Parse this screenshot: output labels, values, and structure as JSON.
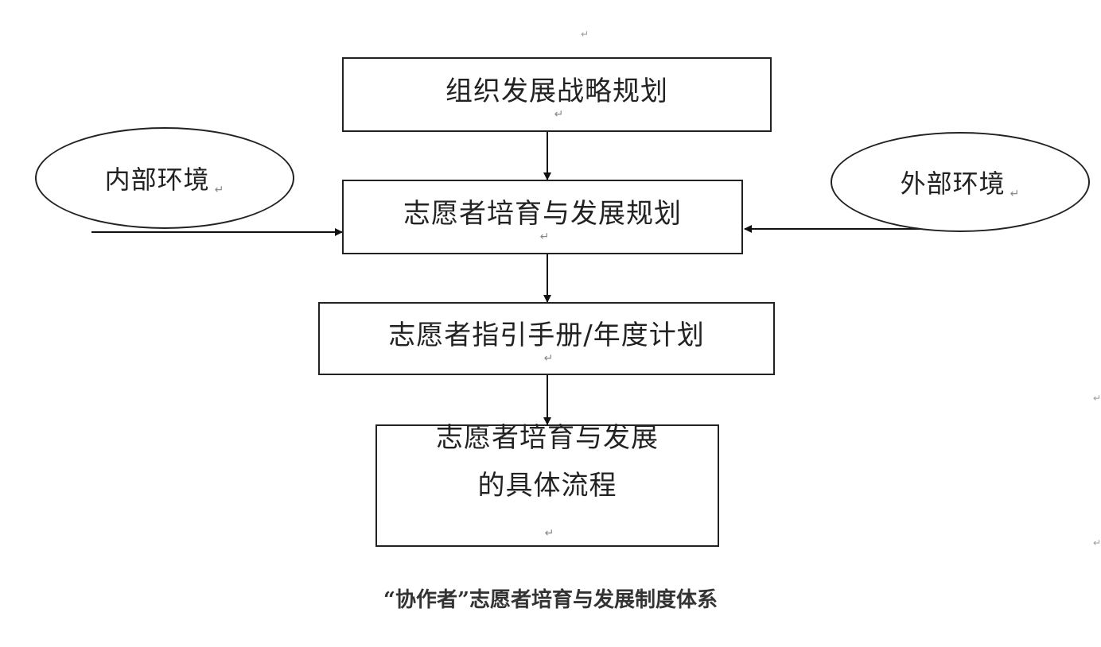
{
  "boxes": {
    "strategy": "组织发展战略规划",
    "plan": "志愿者培育与发展规划",
    "handbook": "志愿者指引手册/年度计划",
    "process_line1": "志愿者培育与发展",
    "process_line2": "的具体流程"
  },
  "inputs": {
    "internal": "内部环境",
    "external": "外部环境"
  },
  "caption": "“协作者”志愿者培育与发展制度体系",
  "paragraph_mark": "↵"
}
